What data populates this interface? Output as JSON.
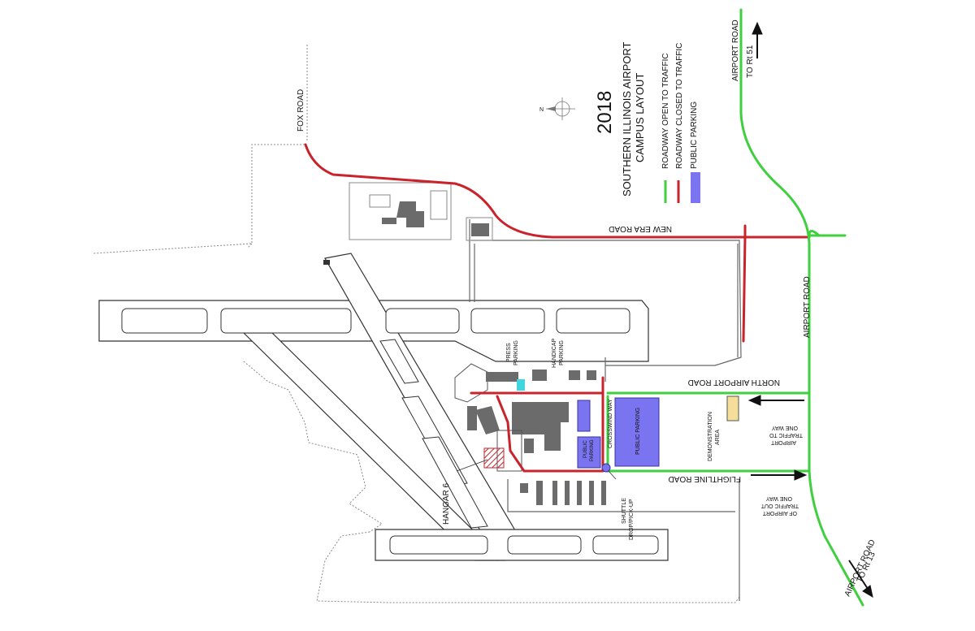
{
  "title": {
    "year": "2018",
    "line1": "SOUTHERN ILLINOIS AIRPORT",
    "line2": "CAMPUS LAYOUT"
  },
  "legend": {
    "open": {
      "label": "ROADWAY OPEN TO TRAFFIC",
      "color": "#3fcf3f"
    },
    "closed": {
      "label": "ROADWAY CLOSED TO TRAFFIC",
      "color": "#c9232c"
    },
    "parking": {
      "label": "PUBLIC PARKING",
      "color": "#7b74f0"
    }
  },
  "compass": {
    "label": "N"
  },
  "roads": {
    "fox": "FOX ROAD",
    "new_era": "NEW ERA ROAD",
    "airport_top": "AIRPORT ROAD",
    "to_rt51": "TO Rt 51",
    "airport_mid": "AIRPORT ROAD",
    "north_airport": "NORTH AIRPORT ROAD",
    "crosswind": "CROSSWIND WAY",
    "flightline": "FLIGHTLINE ROAD",
    "airport_bottom": "AIRPORT ROAD",
    "to_rt13": "TO Rt 13"
  },
  "labels": {
    "press_parking_1": "PRESS",
    "press_parking_2": "PARKING",
    "handicap_1": "HANDICAP",
    "handicap_2": "PARKING",
    "public_parking_small_1": "PUBLIC",
    "public_parking_small_2": "PARKING",
    "public_parking_large": "PUBLIC PARKING",
    "demo_1": "DEMONSTRATION",
    "demo_2": "AREA",
    "shuttle_1": "SHUTTLE",
    "shuttle_2": "DROP/PICK-UP",
    "hangar": "HANGAR 6",
    "oneway_to_1": "ONE WAY",
    "oneway_to_2": "TRAFFIC TO",
    "oneway_to_3": "AIRPORT",
    "oneway_out_1": "ONE WAY",
    "oneway_out_2": "TRAFFIC OUT",
    "oneway_out_3": "OF AIRPORT"
  },
  "colors": {
    "open_road": "#3fcf3f",
    "closed_road": "#c9232c",
    "parking": "#7b74f0",
    "press_parking": "#3fd6e0",
    "demonstration": "#f5dd9a",
    "building": "#6b6b6b",
    "outline": "#555555"
  }
}
